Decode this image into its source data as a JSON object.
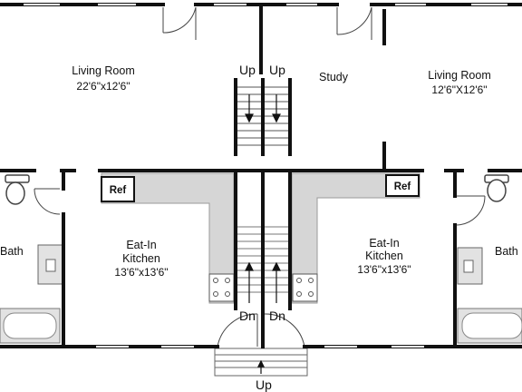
{
  "colors": {
    "wall": "#111111",
    "counter": "#d6d6d6",
    "fixture": "#e2e2e2",
    "background": "#ffffff"
  },
  "rooms": {
    "living_left": {
      "name": "Living Room",
      "dims": "22'6\"x12'6\""
    },
    "study": {
      "name": "Study"
    },
    "living_right": {
      "name": "Living Room",
      "dims": "12'6\"X12'6\""
    },
    "bath_left": {
      "name": "Bath"
    },
    "bath_right": {
      "name": "Bath"
    },
    "kitchen_left": {
      "name_line1": "Eat-In",
      "name_line2": "Kitchen",
      "dims": "13'6\"x13'6\""
    },
    "kitchen_right": {
      "name_line1": "Eat-In",
      "name_line2": "Kitchen",
      "dims": "13'6\"x13'6\""
    }
  },
  "appliances": {
    "ref_left": "Ref",
    "ref_right": "Ref"
  },
  "stairs": {
    "up_left": "Up",
    "up_right": "Up",
    "down_left": "Dn",
    "down_right": "Dn",
    "entry_up": "Up"
  },
  "icons": {
    "toilet": "toilet-icon",
    "sink": "sink-icon",
    "tub": "bathtub-icon",
    "stove": "stove-icon",
    "door": "door-swing-icon",
    "arrow": "stair-arrow-icon"
  }
}
